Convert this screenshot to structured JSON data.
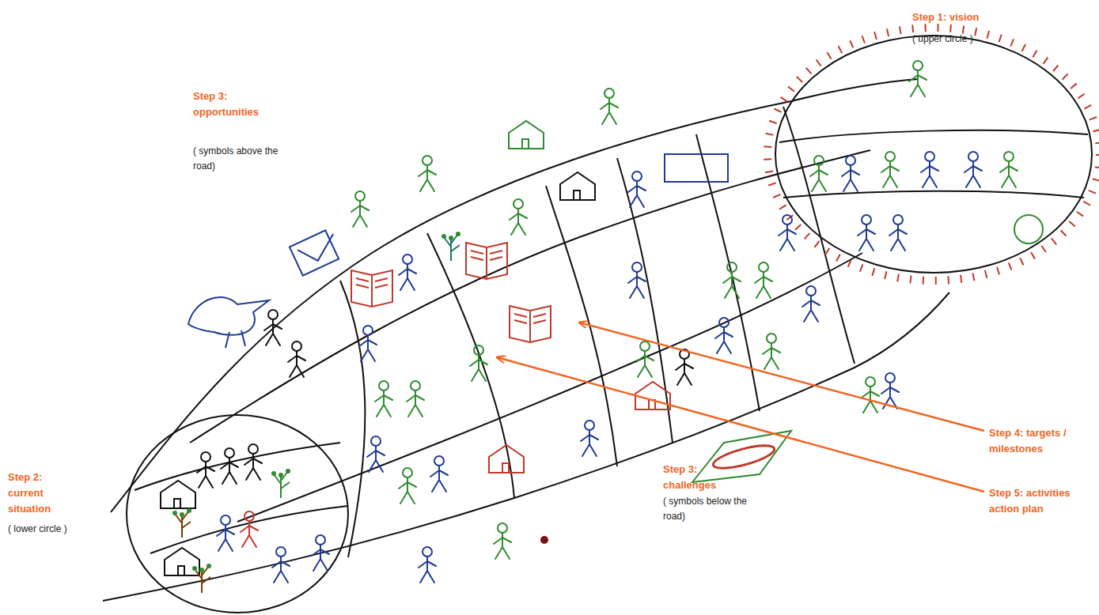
{
  "diagram": {
    "labels": [
      "Step 1: vision",
      "( upper circle )",
      "Step 3: opportunities",
      "( symbols above the road)",
      "Step 2: current situation",
      "( lower circle )",
      "Step 3: challenges",
      "( symbols below the road)",
      "Step 4: targets / milestones",
      "Step 5: activities action plan"
    ]
  }
}
